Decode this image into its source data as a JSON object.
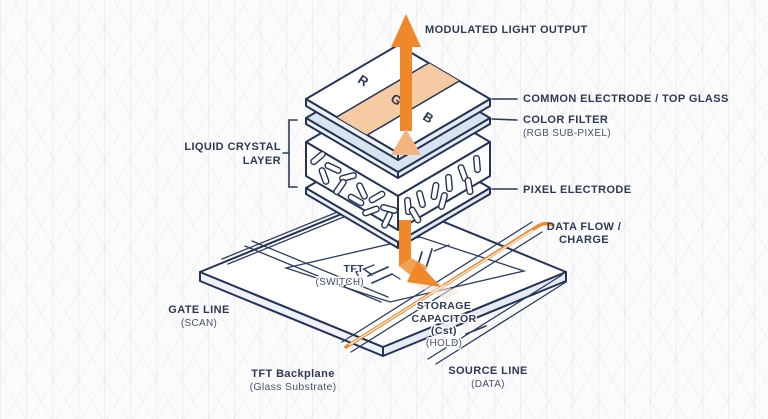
{
  "colors": {
    "background": "#fbfbfc",
    "outline_navy": "#243457",
    "text_navy": "#2d3a55",
    "accent_orange": "#f0882b",
    "orange_light": "#f2a054",
    "peach": "#f6cba4",
    "peach_arrow": "#f3b482",
    "filter_blue": "#d8e3f0",
    "face_white": "#ffffff",
    "face_shade": "#eef1f7"
  },
  "diagram": {
    "subpixels": [
      "R",
      "G",
      "B"
    ],
    "labels": {
      "light_output": "MODULATED LIGHT OUTPUT",
      "common_electrode": "COMMON ELECTRODE / TOP GLASS",
      "color_filter": "COLOR FILTER",
      "color_filter_sub": "(RGB SUB-PIXEL)",
      "liquid_crystal_1": "LIQUID CRYSTAL",
      "liquid_crystal_2": "LAYER",
      "pixel_electrode": "PIXEL ELECTRODE",
      "data_flow_1": "DATA FLOW /",
      "data_flow_2": "CHARGE",
      "tft_1": "TFT",
      "tft_2": "(SWITCH)",
      "storage_1": "STORAGE",
      "storage_2": "CAPACITOR",
      "storage_3": "(Cst)",
      "storage_4": "(HOLD)",
      "gate_line_1": "GATE LINE",
      "gate_line_2": "(SCAN)",
      "backplane_1": "TFT Backplane",
      "backplane_2": "(Glass Substrate)",
      "source_line_1": "SOURCE LINE",
      "source_line_2": "(DATA)"
    }
  }
}
